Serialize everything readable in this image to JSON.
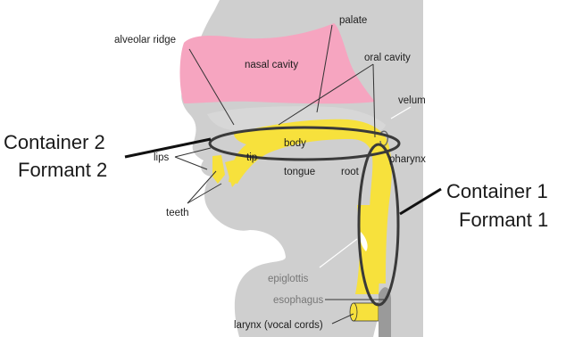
{
  "colors": {
    "head": "#cfcfcf",
    "head_dark": "#bdbdbd",
    "nasal_cavity": "#f6a5c0",
    "tract": "#f7e13c",
    "ellipse": "#3a3a3a",
    "callout_line": "#111111"
  },
  "labels": {
    "alveolar_ridge": "alveolar ridge",
    "palate": "palate",
    "oral_cavity": "oral cavity",
    "nasal_cavity": "nasal cavity",
    "velum": "velum",
    "body": "body",
    "tip": "tip",
    "lips": "lips",
    "tongue": "tongue",
    "root": "root",
    "pharynx": "pharynx",
    "teeth": "teeth",
    "epiglottis": "epiglottis",
    "esophagus": "esophagus",
    "larynx": "larynx (vocal cords)"
  },
  "callouts": {
    "container2": {
      "line1": "Container 2",
      "line2": "Formant 2"
    },
    "container1": {
      "line1": "Container 1",
      "line2": "Formant 1"
    }
  }
}
